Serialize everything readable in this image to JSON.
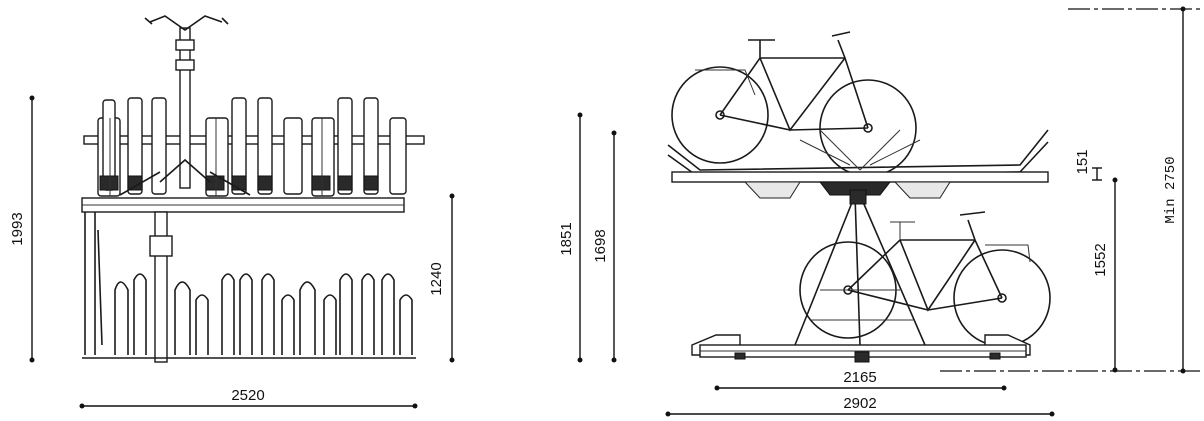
{
  "front_view": {
    "height_total": "1993",
    "height_upper_tier": "1240",
    "width": "2520"
  },
  "side_view": {
    "height_overall": "1851",
    "height_upper_deck": "1698",
    "height_gap": "151",
    "height_lower": "1552",
    "min_ceiling": "Min 2750",
    "base_length": "2165",
    "extended_length": "2902"
  }
}
